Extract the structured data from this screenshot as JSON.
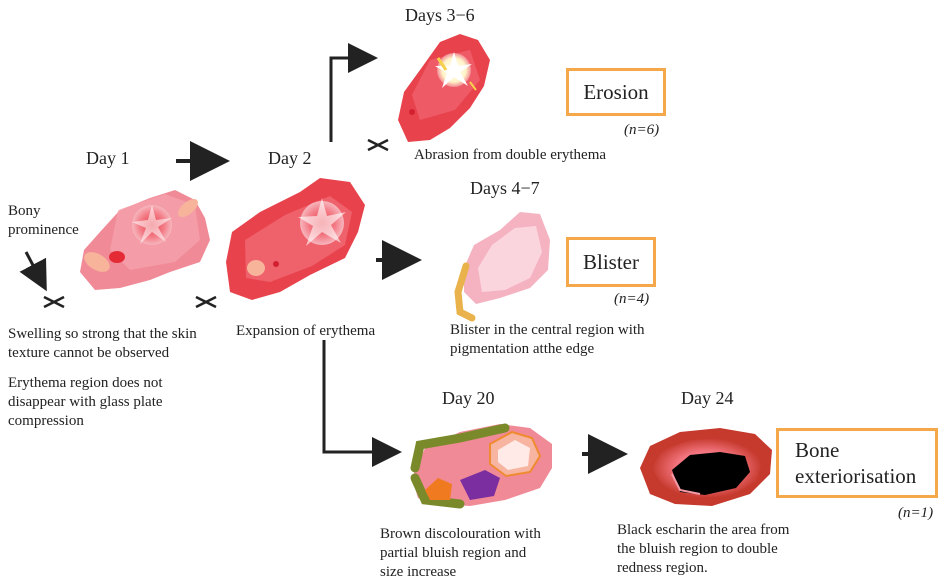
{
  "days": {
    "day1": "Day 1",
    "day2": "Day 2",
    "days3_6": "Days 3−6",
    "days4_7": "Days 4−7",
    "day20": "Day 20",
    "day24": "Day 24"
  },
  "labels": {
    "bony_line1": "Bony",
    "bony_line2": "prominence"
  },
  "captions": {
    "swelling_1": "Swelling so strong that the skin",
    "swelling_2": "texture cannot be observed",
    "erythema_1": "Erythema region does not",
    "erythema_2": "disappear with glass plate",
    "erythema_3": "compression",
    "expansion": "Expansion of erythema",
    "abrasion": "Abrasion from double erythema",
    "blister_1": "Blister in the central region with",
    "blister_2": "pigmentation atthe edge",
    "brown_1": "Brown discolouration with",
    "brown_2": "partial bluish region and",
    "brown_3": "size increase",
    "black_1": "Black escharin the area from",
    "black_2": "the bluish region to double",
    "black_3": "redness region."
  },
  "outcomes": {
    "erosion": {
      "label": "Erosion",
      "n": "(n=6)"
    },
    "blister": {
      "label": "Blister",
      "n": "(n=4)"
    },
    "bone": {
      "label_1": "Bone",
      "label_2": "exteriorisation",
      "n": "(n=1)"
    }
  },
  "colors": {
    "box_border": "#f5a84a",
    "lesion_pink": "#f08a97",
    "lesion_red": "#e8434d",
    "blister_pink": "#f7c3cf",
    "arrow": "#222222"
  }
}
